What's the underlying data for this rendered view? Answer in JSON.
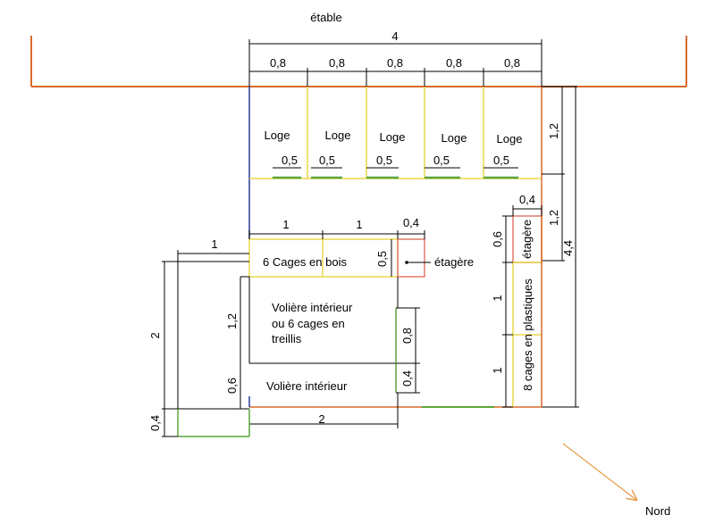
{
  "title": "étable",
  "north_label": "Nord",
  "colors": {
    "wall": "#d96a2b",
    "yellow": "#e8d84a",
    "green": "#5aa63c",
    "blue": "#2a3a9a",
    "shelf": "#e07a6a",
    "dim": "#000000"
  },
  "loges": {
    "label": "Loge",
    "door_width": "0,5",
    "count": 5
  },
  "dimensions": {
    "total_width": "4",
    "loge_width": "0,8",
    "top_right_depth": "1,2",
    "middle_right_depth": "1,2",
    "full_depth": "4,4",
    "cage_a": "1",
    "cage_b": "1",
    "shelf_w": "0,4",
    "shelf_h": "0,5",
    "left_offset": "1",
    "left_height": "2",
    "aviary_height": "1,2",
    "aviary_low_height": "0,6",
    "bottom_width": "2",
    "door_strip": "0,4",
    "aviary_right_a": "0,8",
    "aviary_right_b": "0,4",
    "right_shelf_w": "0,4",
    "right_shelf_h": "0,6",
    "plastic_a": "1",
    "plastic_b": "1"
  },
  "labels": {
    "wood_cages": "6 Cages en bois",
    "shelf": "étagère",
    "aviary_line1": "Volière intérieur",
    "aviary_line2": "ou 6 cages en",
    "aviary_line3": "treillis",
    "aviary_low": "Volière intérieur",
    "plastic_cages": "8 cages en plastiques",
    "right_shelf": "étagère"
  }
}
